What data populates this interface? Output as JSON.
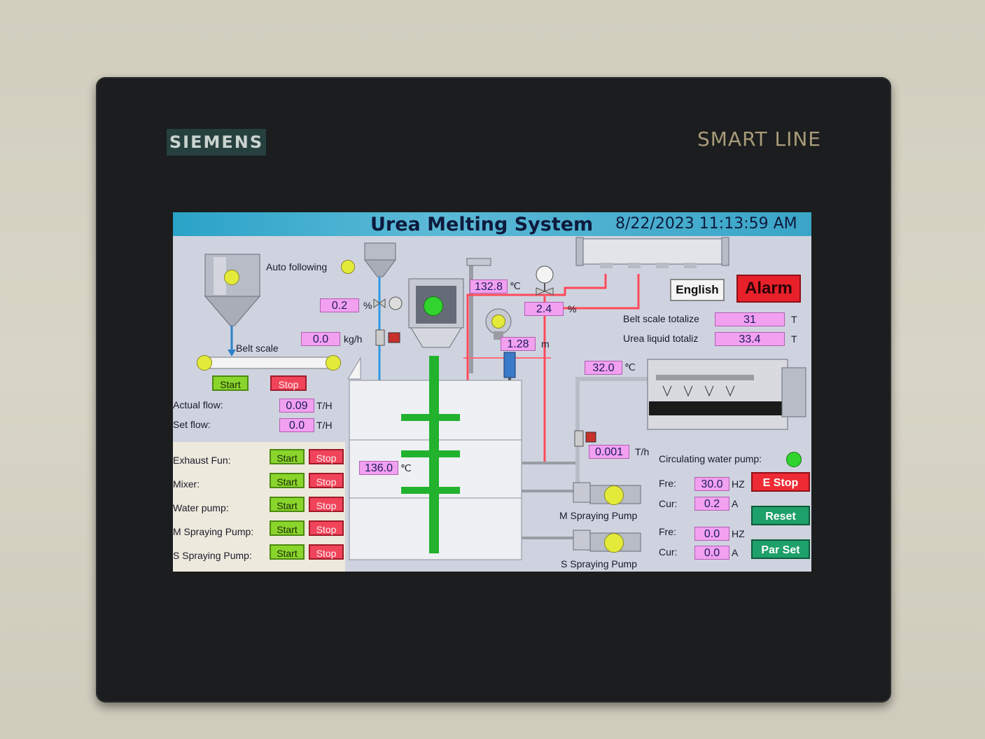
{
  "device": {
    "brand": "SIEMENS",
    "model": "SMART LINE"
  },
  "screen": {
    "title": "Urea Melting System",
    "datetime": "8/22/2023 11:13:59 AM"
  },
  "header_buttons": {
    "english": "English",
    "alarm": "Alarm"
  },
  "labels": {
    "auto_following": "Auto following",
    "belt_scale": "Belt scale",
    "actual_flow": "Actual flow:",
    "set_flow": "Set flow:",
    "belt_scale_totalize": "Belt scale totalize",
    "urea_liquid_totalize": "Urea liquid totaliz",
    "circulating_water_pump": "Circulating water pump:",
    "m_spraying_pump": "M Spraying Pump",
    "s_spraying_pump": "S Spraying Pump",
    "fre1": "Fre:",
    "cur1": "Cur:",
    "fre2": "Fre:",
    "cur2": "Cur:"
  },
  "values": {
    "valve_open": "0.2",
    "feed_rate": "0.0",
    "temp_top": "132.8",
    "pressure": "2.4",
    "level": "1.28",
    "temp_tank": "136.0",
    "temp_dissolver": "32.0",
    "water_flow": "0.001",
    "actual_flow": "0.09",
    "set_flow": "0.0",
    "belt_total": "31",
    "urea_total": "33.4",
    "m_fre": "30.0",
    "m_cur": "0.2",
    "s_fre": "0.0",
    "s_cur": "0.0"
  },
  "units": {
    "percent": "%",
    "kgh": "kg/h",
    "degc1": "℃",
    "percent2": "%",
    "m": "m",
    "degc2": "℃",
    "degc3": "℃",
    "th1": "T/h",
    "th_actual": "T/H",
    "th_set": "T/H",
    "t1": "T",
    "t2": "T",
    "hz1": "HZ",
    "a1": "A",
    "hz2": "HZ",
    "a2": "A"
  },
  "belt_buttons": {
    "start": "Start",
    "stop": "Stop"
  },
  "motors": [
    {
      "label": "Exhaust Fun:",
      "start": "Start",
      "stop": "Stop"
    },
    {
      "label": "Mixer:",
      "start": "Start",
      "stop": "Stop"
    },
    {
      "label": "Water pump:",
      "start": "Start",
      "stop": "Stop"
    },
    {
      "label": "M Spraying Pump:",
      "start": "Start",
      "stop": "Stop"
    },
    {
      "label": "S Spraying Pump:",
      "start": "Start",
      "stop": "Stop"
    }
  ],
  "side_buttons": {
    "estop": "E Stop",
    "reset": "Reset",
    "parset": "Par Set"
  },
  "colors": {
    "start": "#8ad52b",
    "stop": "#f0445a",
    "value_box": "#f2a0f0",
    "lamp_yellow": "#e4ea3a",
    "lamp_green": "#31d42e",
    "alarm": "#e8202a",
    "reset": "#1ea06a"
  }
}
